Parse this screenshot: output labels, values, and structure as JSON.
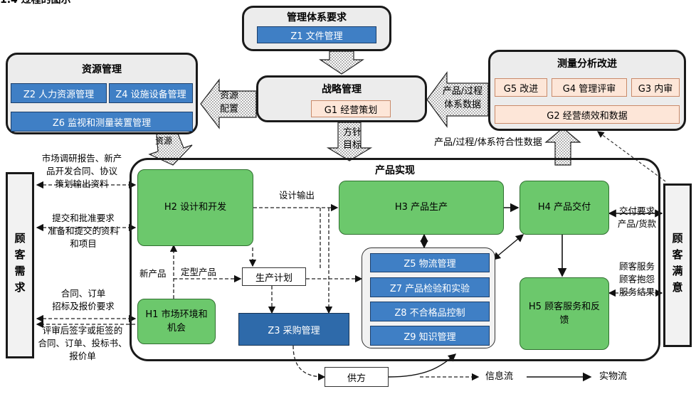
{
  "header_fragment": "1.4 过程的图示",
  "management_system": {
    "title": "管理体系要求",
    "z1": "Z1  文件管理"
  },
  "resource_mgmt": {
    "title": "资源管理",
    "z2": "Z2 人力资源管理",
    "z4": "Z4 设施设备管理",
    "z6": "Z6 监视和测量装置管理"
  },
  "strategy_mgmt": {
    "title": "战略管理",
    "g1": "G1 经营策划"
  },
  "measure_analysis": {
    "title": "测量分析改进",
    "g5": "G5 改进",
    "g4": "G4 管理评审",
    "g3": "G3 内审",
    "g2": "G2 经营绩效和数据"
  },
  "arrows": {
    "resource_allocation": "资源配置",
    "resources": "资源",
    "policy_targets": "方针目标",
    "process_data": "产品/过程体系数据",
    "conformity_data": "产品/过程/体系符合性数据"
  },
  "customer_need": "顾客需求",
  "customer_satisfaction": "顾客满意",
  "product_realization": {
    "title": "产品实现",
    "h1": "H1 市场环境和机会",
    "h2": "H2 设计和开发",
    "h3": "H3 产品生产",
    "h4": "H4 产品交付",
    "h5": "H5 顾客服务和反馈",
    "z3": "Z3 采购管理",
    "production_plan": "生产计划",
    "support": [
      "Z5 物流管理",
      "Z7 产品检验和实验",
      "Z8 不合格品控制",
      "Z9 知识管理"
    ]
  },
  "labels": {
    "design_output": "设计输出",
    "new_product": "新产品",
    "finalized_product": "定型产品",
    "left1": [
      "市场调研报告、新产",
      "品开发合同、协议",
      "策划输出资料"
    ],
    "left2": [
      "提交和批准要求",
      "准备和提交的资料",
      "和项目"
    ],
    "left3": [
      "合同、订单",
      "招标及报价要求"
    ],
    "left4": [
      "评审后签字或拒签的",
      "合同、订单、投标书、",
      "报价单"
    ],
    "right1": [
      "交付要求",
      "产品/货款"
    ],
    "right2": [
      "顾客服务",
      "顾客抱怨",
      "服务结果"
    ]
  },
  "supplier": "供方",
  "legend": {
    "info_flow": "信息流",
    "material_flow": "实物流"
  }
}
